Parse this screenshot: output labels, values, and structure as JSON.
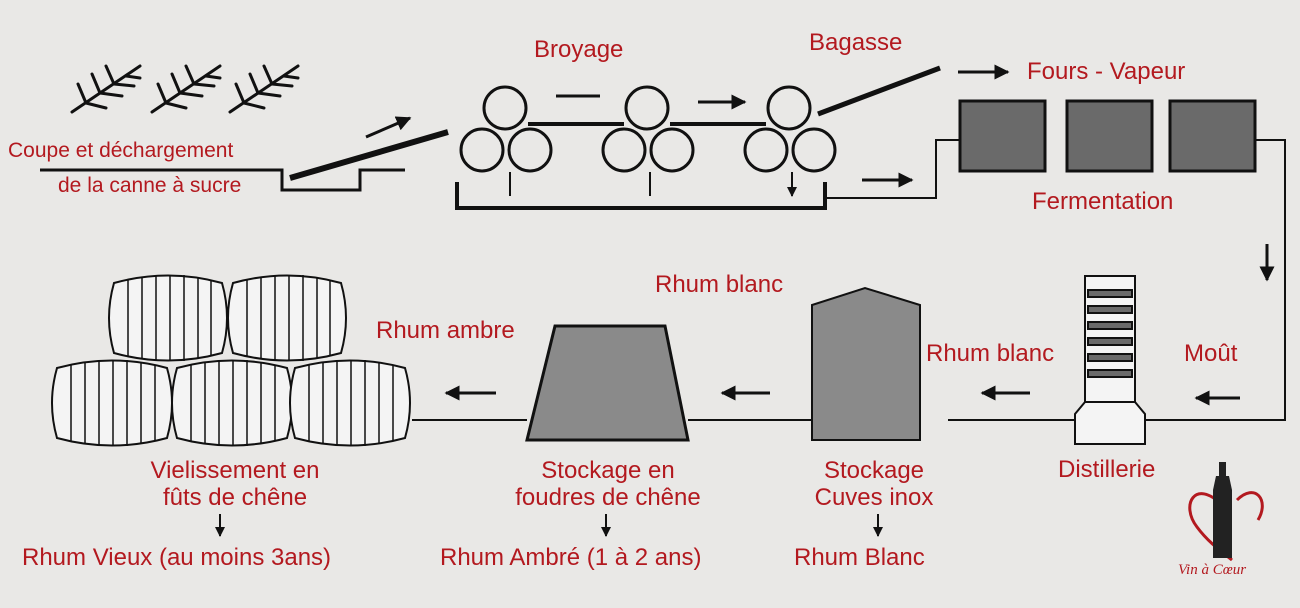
{
  "diagram": {
    "colors": {
      "label": "#b3191f",
      "line": "#111111",
      "fill_dark": "#6a6a6a",
      "fill_mid": "#8a8a8a",
      "background": "#e9e8e6"
    },
    "labels": {
      "cut_line1": "Coupe et déchargement",
      "cut_line2": "de la canne à sucre",
      "crushing": "Broyage",
      "bagasse": "Bagasse",
      "ovens": "Fours - Vapeur",
      "fermentation": "Fermentation",
      "must": "Moût",
      "distillery": "Distillerie",
      "white_rum_flow": "Rhum blanc",
      "white_rum_top": "Rhum blanc",
      "amber_rum_flow": "Rhum ambre",
      "stainless_line1": "Stockage",
      "stainless_line2": "Cuves inox",
      "oak_tun_line1": "Stockage en",
      "oak_tun_line2": "foudres de chêne",
      "aging_line1": "Vielissement en",
      "aging_line2": "fûts de chêne",
      "out_white": "Rhum Blanc",
      "out_amber": "Rhum Ambré (1 à 2 ans)",
      "out_old": "Rhum Vieux (au moins 3ans)"
    },
    "logo": {
      "text": "Vin à Cœur",
      "icon": "heart-bottle-icon"
    }
  }
}
